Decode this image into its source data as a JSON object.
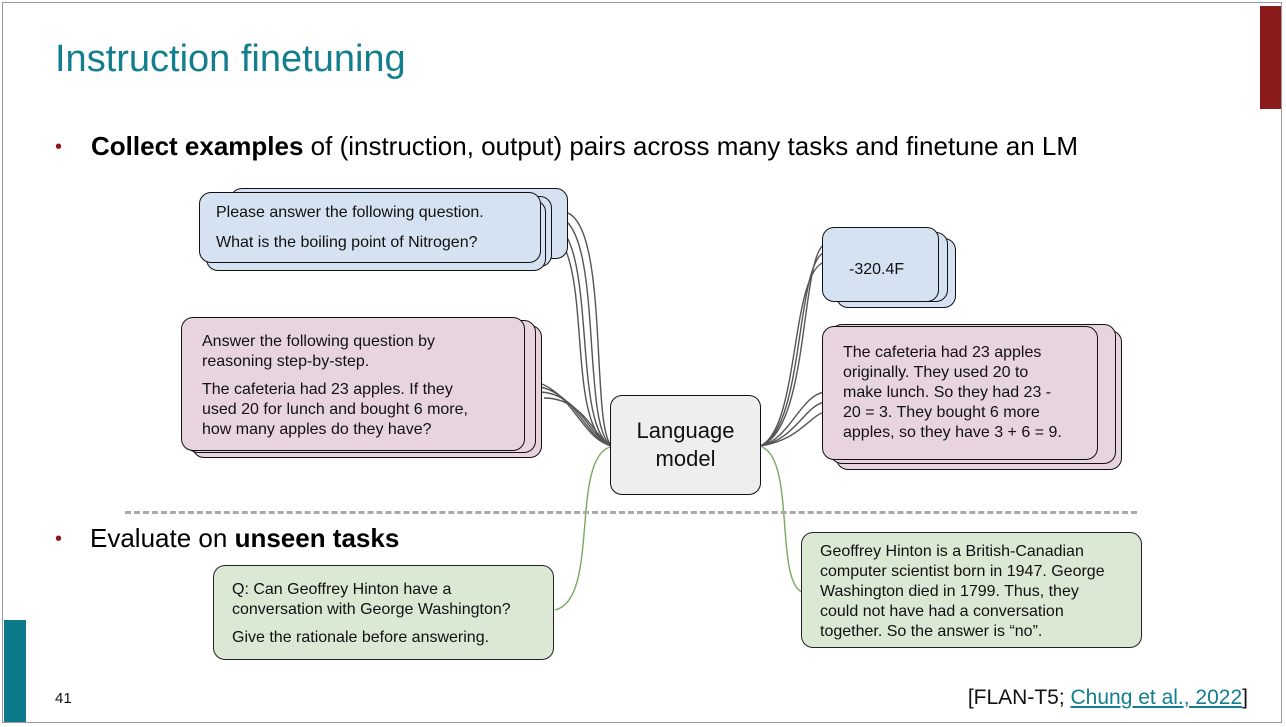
{
  "slide": {
    "title": "Instruction finetuning",
    "bullet1": {
      "bold": "Collect examples",
      "rest": " of (instruction, output) pairs across many tasks and finetune an LM"
    },
    "bullet2": {
      "plain": "Evaluate on ",
      "bold": "unseen tasks"
    },
    "slide_number": "41",
    "citation": {
      "prefix": "[FLAN-T5; ",
      "link": "Chung et al., 2022",
      "suffix": "]"
    }
  },
  "diagram": {
    "input_qa": {
      "line1": "Please answer the following question.",
      "line2": "What is the boiling point of Nitrogen?"
    },
    "input_cot": {
      "line1": "Answer the following question by",
      "line2": "reasoning step-by-step.",
      "line3": "The cafeteria had 23 apples. If they",
      "line4": "used 20 for lunch and bought 6 more,",
      "line5": "how many apples do they have?"
    },
    "model_label": {
      "line1": "Language",
      "line2": "model"
    },
    "output_qa": "-320.4F",
    "output_cot": {
      "line1": "The cafeteria had 23 apples",
      "line2": "originally. They used 20 to",
      "line3": "make lunch. So they had 23 -",
      "line4": "20 = 3. They bought 6 more",
      "line5": "apples, so they have 3 + 6 = 9."
    },
    "eval_input": {
      "line1": "Q: Can Geoffrey Hinton have a",
      "line2": "conversation with George Washington?",
      "line3": "Give the rationale before answering."
    },
    "eval_output": {
      "line1": "Geoffrey Hinton is a British-Canadian",
      "line2": "computer scientist born in 1947. George",
      "line3": "Washington died in 1799. Thus, they",
      "line4": "could not have had a conversation",
      "line5": "together. So the answer is “no”."
    }
  },
  "colors": {
    "title": "#127e8e",
    "accent_red": "#8b1a1a",
    "accent_teal": "#0d7a8c",
    "card_blue": "#d5e2f1",
    "card_pink": "#e8d4df",
    "card_green": "#dbe8d4",
    "model_box": "#eeeeee",
    "train_wire": "#555555",
    "eval_wire": "#7aa860"
  }
}
